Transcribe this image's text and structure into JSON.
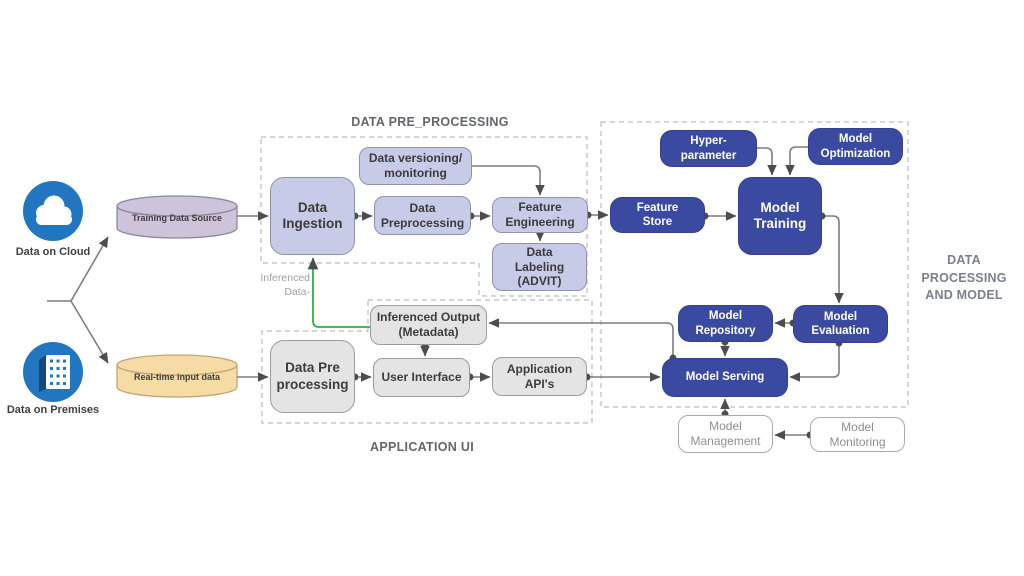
{
  "sources": [
    {
      "label": "Data on Cloud",
      "icon": "cloud-icon"
    },
    {
      "label": "Data on Premises",
      "icon": "building-icon"
    }
  ],
  "datastores": {
    "training": {
      "label": "Training Data Source"
    },
    "realtime": {
      "label": "Real-time input data"
    }
  },
  "sections": {
    "pre_processing": {
      "title": "DATA PRE_PROCESSING"
    },
    "application_ui": {
      "title": "APPLICATION UI"
    },
    "processing_model": {
      "title": "DATA\nPROCESSING\nAND MODEL"
    }
  },
  "nodes": {
    "data_ingestion": {
      "label": "Data\nIngestion"
    },
    "data_versioning": {
      "label": "Data versioning/\nmonitoring"
    },
    "data_preprocessing": {
      "label": "Data\nPreprocessing"
    },
    "feature_engineering": {
      "label": "Feature\nEngineering"
    },
    "data_labeling": {
      "label": "Data\nLabeling\n(ADVIT)"
    },
    "feature_store": {
      "label": "Feature\nStore"
    },
    "model_training": {
      "label": "Model\nTraining"
    },
    "hyper_parameter": {
      "label": "Hyper-\nparameter"
    },
    "model_optimization": {
      "label": "Model\nOptimization"
    },
    "model_repository": {
      "label": "Model\nRepository"
    },
    "model_evaluation": {
      "label": "Model\nEvaluation"
    },
    "model_serving": {
      "label": "Model Serving"
    },
    "model_management": {
      "label": "Model\nManagement"
    },
    "model_monitoring": {
      "label": "Model\nMonitoring"
    },
    "data_pre_processing_app": {
      "label": "Data Pre\nprocessing"
    },
    "inferenced_output": {
      "label": "Inferenced Output\n(Metadata)"
    },
    "user_interface": {
      "label": "User Interface"
    },
    "application_apis": {
      "label": "Application\nAPI's"
    }
  },
  "edge_labels": {
    "inferenced_data": "Inferenced\nData-"
  },
  "edges": [
    {
      "from": "training_data_source",
      "to": "data_ingestion"
    },
    {
      "from": "real_time_input_data",
      "to": "data_pre_processing_app"
    },
    {
      "from": "data_ingestion",
      "to": "data_preprocessing"
    },
    {
      "from": "data_preprocessing",
      "to": "feature_engineering"
    },
    {
      "from": "data_versioning",
      "to": "feature_engineering"
    },
    {
      "from": "feature_engineering",
      "to": "data_labeling"
    },
    {
      "from": "feature_engineering",
      "to": "feature_store"
    },
    {
      "from": "feature_store",
      "to": "model_training"
    },
    {
      "from": "hyper_parameter",
      "to": "model_training"
    },
    {
      "from": "model_optimization",
      "to": "model_training"
    },
    {
      "from": "model_training",
      "to": "model_evaluation"
    },
    {
      "from": "model_evaluation",
      "to": "model_repository"
    },
    {
      "from": "model_repository",
      "to": "model_serving"
    },
    {
      "from": "model_evaluation",
      "to": "model_serving"
    },
    {
      "from": "model_serving",
      "to": "inferenced_output"
    },
    {
      "from": "inferenced_output",
      "to": "user_interface"
    },
    {
      "from": "inferenced_output",
      "to": "data_ingestion",
      "label_key": "inferenced_data"
    },
    {
      "from": "data_pre_processing_app",
      "to": "user_interface"
    },
    {
      "from": "user_interface",
      "to": "application_apis"
    },
    {
      "from": "application_apis",
      "to": "model_serving"
    },
    {
      "from": "model_management",
      "to": "model_serving"
    },
    {
      "from": "model_monitoring",
      "to": "model_management"
    }
  ],
  "colors": {
    "indigo": "#3a4aa0",
    "lavender": "#c7cbe8",
    "gray_box": "#e4e4e4",
    "cylinder_purple": "#cdc3da",
    "cylinder_tan": "#f6dba5",
    "accent_green": "#2fae4d",
    "icon_blue": "#2176bf",
    "line_gray": "#7f7f7f"
  }
}
